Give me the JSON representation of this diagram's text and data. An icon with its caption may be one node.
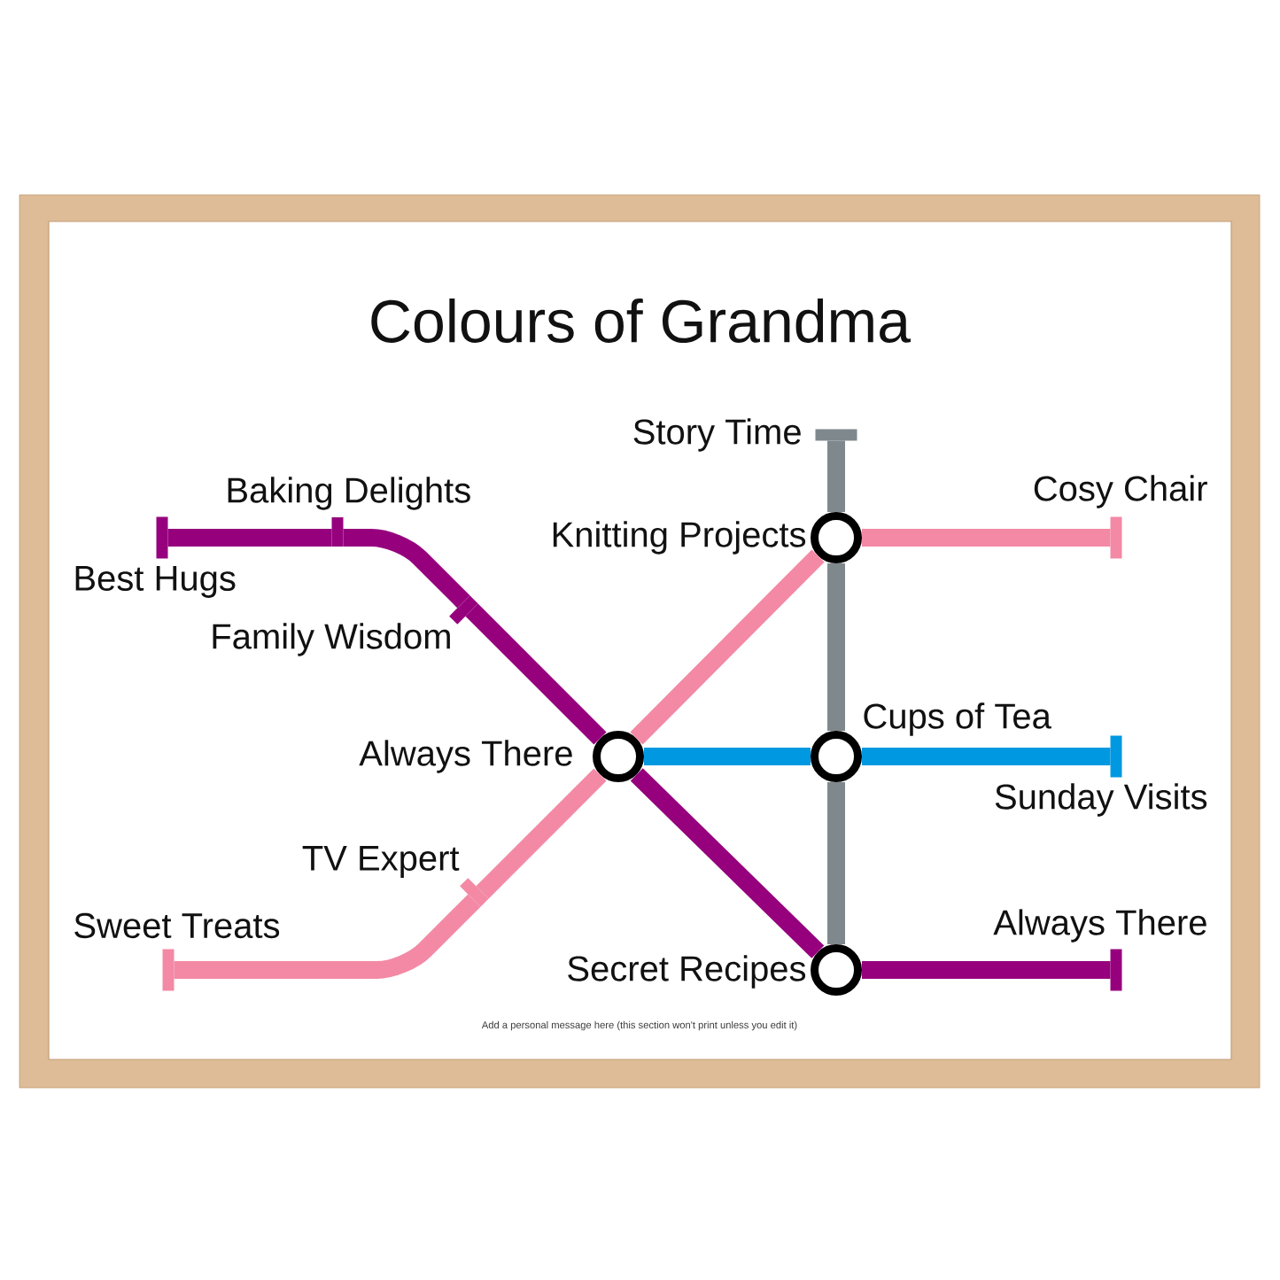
{
  "diagram": {
    "title": "Colours of Grandma",
    "nodes": [
      {
        "text": [],
        "shape": "bar",
        "beside": [
          "Story Time"
        ]
      },
      {
        "text": [],
        "shape": "bar",
        "beside": [
          "Baking Delights"
        ]
      },
      {
        "text": [],
        "shape": "bar",
        "beside": [
          "Cosy Chair"
        ]
      },
      {
        "text": [],
        "shape": "bar",
        "beside": [
          "Best Hugs"
        ]
      },
      {
        "text": [],
        "shape": "circle",
        "beside": [
          "Knitting Projects"
        ]
      },
      {
        "text": [],
        "shape": "bar",
        "beside": [
          "Family Wisdom"
        ]
      },
      {
        "text": [],
        "shape": "circle",
        "beside": [
          "Always There"
        ]
      },
      {
        "text": [],
        "shape": "circle",
        "beside": [
          "Cups of Tea"
        ]
      },
      {
        "text": [],
        "shape": "bar",
        "beside": [
          "Sunday Visits"
        ]
      },
      {
        "text": [],
        "shape": "bar",
        "beside": [
          "TV Expert"
        ]
      },
      {
        "text": [],
        "shape": "bar",
        "beside": [
          "Sweet Treats"
        ]
      },
      {
        "text": [],
        "shape": "bar",
        "beside": [
          "Always There"
        ]
      },
      {
        "text": [],
        "shape": "circle",
        "beside": [
          "Secret Recipes"
        ]
      }
    ],
    "edges": [
      {
        "from": 3,
        "to": 1,
        "arrow": "none",
        "color": "#96007d"
      },
      {
        "from": 1,
        "to": 5,
        "arrow": "none",
        "color": "#96007d"
      },
      {
        "from": 5,
        "to": 6,
        "arrow": "none",
        "color": "#96007d"
      },
      {
        "from": 6,
        "to": 12,
        "arrow": "none",
        "color": "#96007d"
      },
      {
        "from": 12,
        "to": 11,
        "arrow": "none",
        "color": "#96007d"
      },
      {
        "from": 10,
        "to": 9,
        "arrow": "none",
        "color": "#f389a5"
      },
      {
        "from": 9,
        "to": 6,
        "arrow": "none",
        "color": "#f389a5"
      },
      {
        "from": 6,
        "to": 4,
        "arrow": "none",
        "color": "#f389a5"
      },
      {
        "from": 4,
        "to": 2,
        "arrow": "none",
        "color": "#f389a5"
      },
      {
        "from": 6,
        "to": 7,
        "arrow": "none",
        "color": "#0098e1"
      },
      {
        "from": 7,
        "to": 8,
        "arrow": "none",
        "color": "#0098e1"
      },
      {
        "from": 0,
        "to": 4,
        "arrow": "none",
        "color": "#7f888d"
      },
      {
        "from": 4,
        "to": 7,
        "arrow": "none",
        "color": "#7f888d"
      },
      {
        "from": 7,
        "to": 12,
        "arrow": "none",
        "color": "#7f888d"
      }
    ],
    "labels": [
      "Add a personal message here (this section won't print unless you edit it)"
    ]
  }
}
